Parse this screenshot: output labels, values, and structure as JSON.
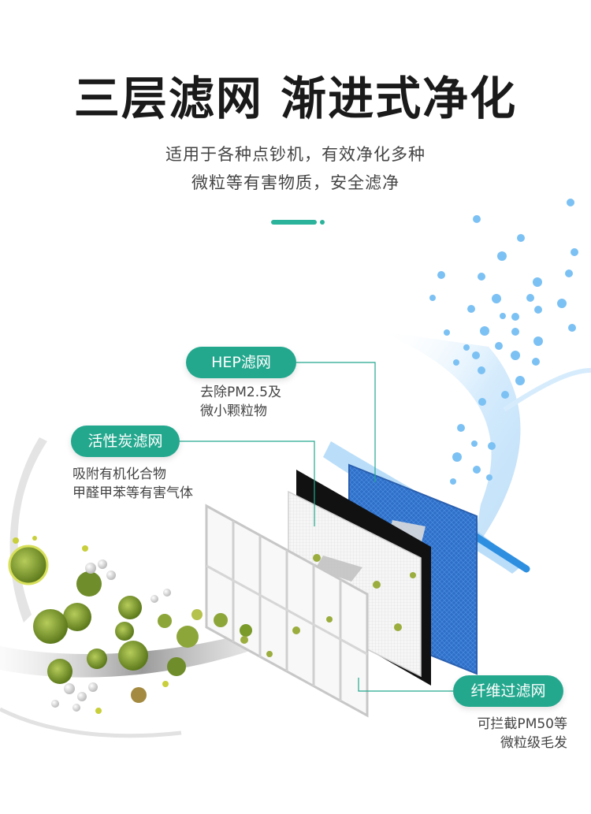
{
  "title": "三层滤网 渐进式净化",
  "subtitle": {
    "line1": "适用于各种点钞机，有效净化多种",
    "line2": "微粒等有害物质，安全滤净"
  },
  "filters": {
    "hep": {
      "label": "HEP滤网",
      "desc_line1": "去除PM2.5及",
      "desc_line2": "微小颗粒物"
    },
    "carbon": {
      "label": "活性炭滤网",
      "desc_line1": "吸附有机化合物",
      "desc_line2": "甲醛甲苯等有害气体"
    },
    "fiber": {
      "label": "纤维过滤网",
      "desc_line1": "可拦截PM50等",
      "desc_line2": "微粒级毛发"
    }
  },
  "colors": {
    "accent": "#23a88e",
    "hepa_blue": "#3a7fd4",
    "carbon_black": "#1a1a1a",
    "particle": "#6bb8f0",
    "virus_green": "#7a9a2a"
  }
}
